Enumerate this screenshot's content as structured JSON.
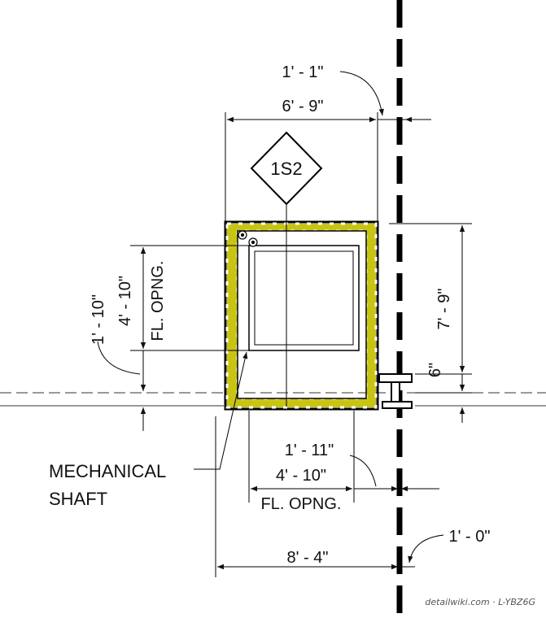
{
  "section_tag": "1S2",
  "dimensions": {
    "top_offset": "1' - 1\"",
    "top_width": "6' - 9\"",
    "left_inner": "4' - 10\"",
    "left_inner_note": "FL. OPNG.",
    "left_outer": "1' - 10\"",
    "right_height": "7' - 9\"",
    "right_small": "6\"",
    "bottom_offset": "1' - 11\"",
    "bottom_opening": "4' - 10\"",
    "bottom_opening_note": "FL. OPNG.",
    "bottom_total": "8' - 4\"",
    "bottom_right": "1' - 0\""
  },
  "label": {
    "line1": "MECHANICAL",
    "line2": "SHAFT"
  },
  "watermark": "detailwiki.com · L-YBZ6G",
  "colors": {
    "wall_fill": "#c8c414",
    "line": "#111111"
  }
}
